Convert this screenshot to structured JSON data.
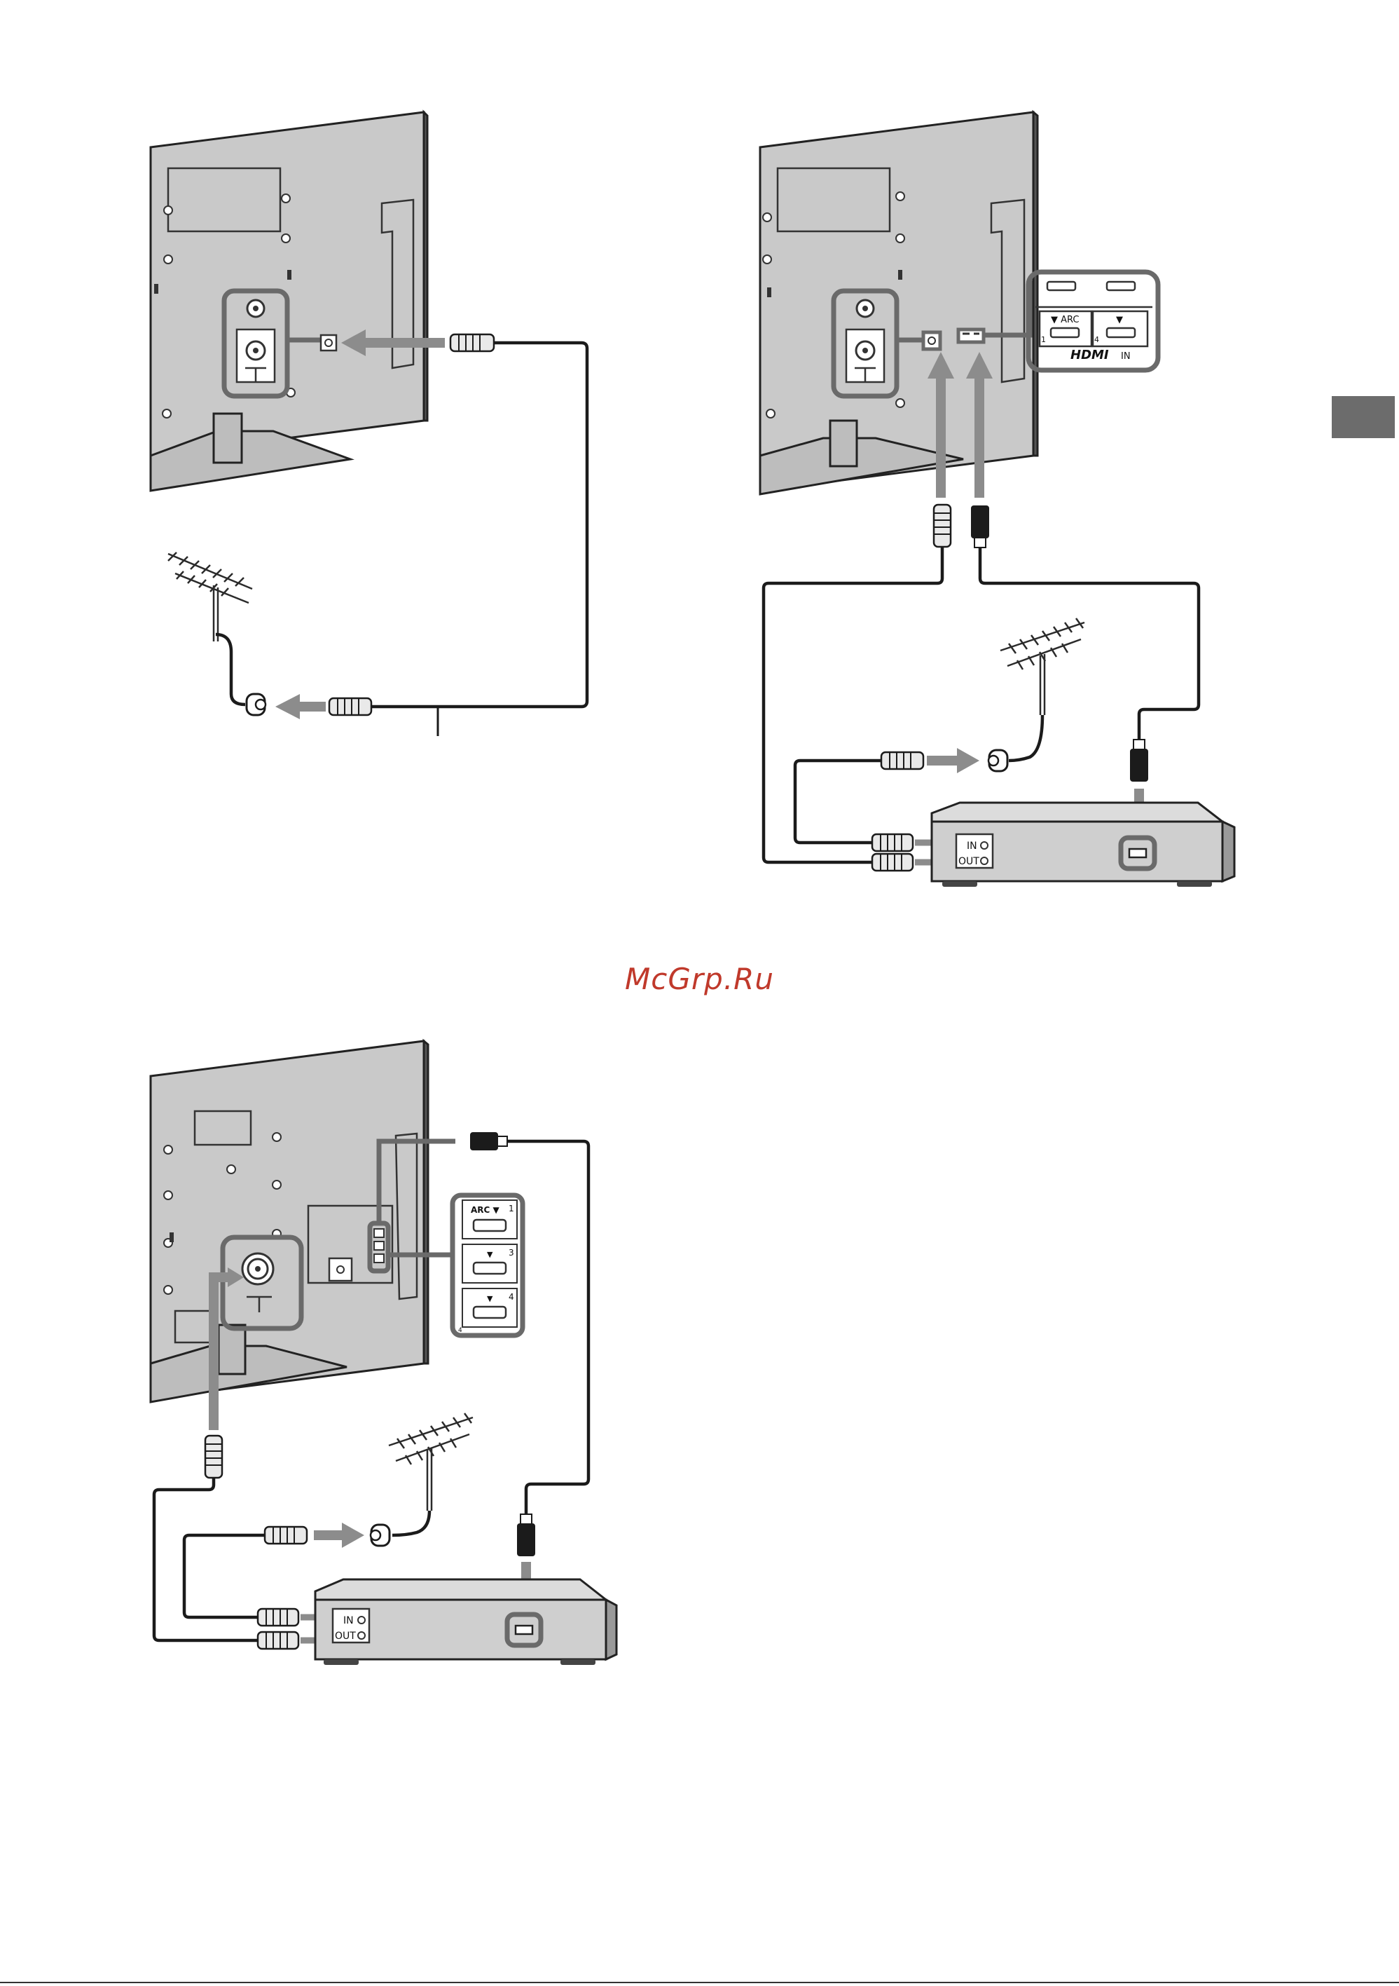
{
  "watermark": "McGrp.Ru",
  "hdmi_panel_top": {
    "arc_label": "▼ ARC",
    "port_a_mark": "▼",
    "num_1": "1",
    "num_4": "4",
    "hdmi_logo": "HDMI",
    "in_label": "IN"
  },
  "hdmi_panel_bottom": {
    "arc_label": "ARC ▼",
    "port_marks": [
      "▼",
      "▼"
    ],
    "nums": [
      "1",
      "3",
      "4"
    ],
    "small_note": "4"
  },
  "box_top": {
    "in_label": "IN",
    "out_label": "OUT"
  },
  "box_bottom": {
    "in_label": "IN",
    "out_label": "OUT"
  },
  "colors": {
    "watermark": "#c0392b",
    "arrow": "#8c8c8c",
    "frame": "#6a6a6a",
    "tab": "#6c6c6c"
  }
}
